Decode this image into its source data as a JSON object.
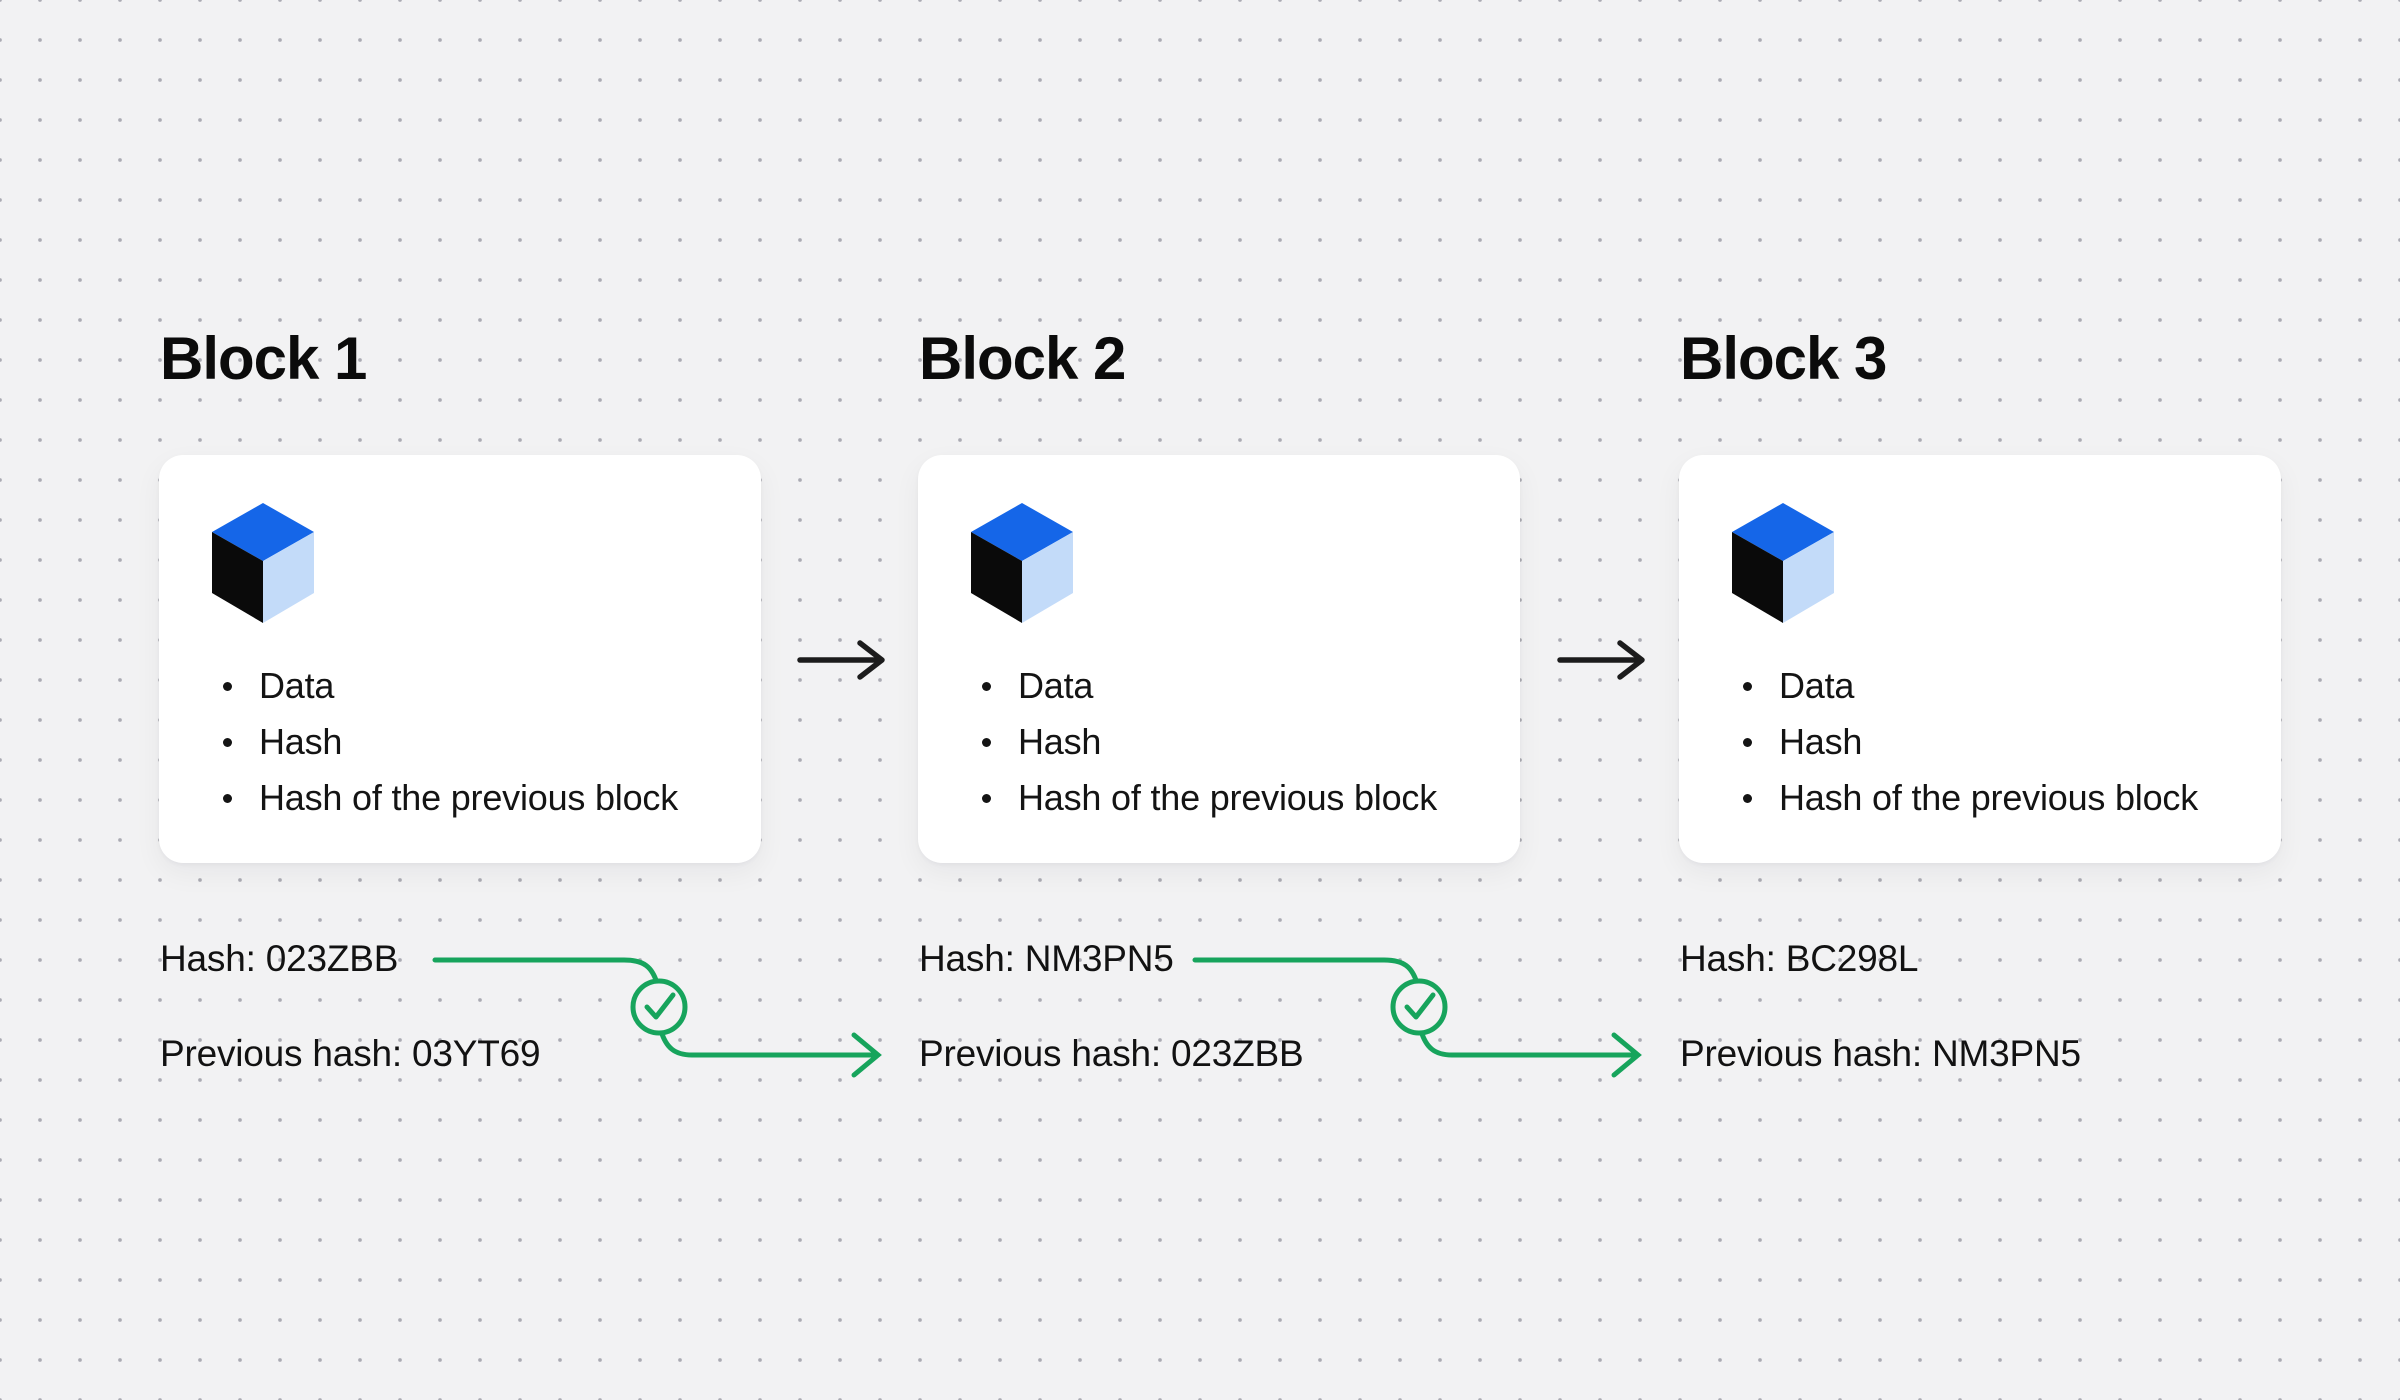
{
  "colors": {
    "bg": "#f2f2f3",
    "dot": "#ababb3",
    "blue": "#1566e8",
    "cubelight": "#c3dbf9",
    "cubedark": "#0a0a0a",
    "green": "#17a45c",
    "arrow": "#1c1c1c",
    "text": "#141414"
  },
  "blocks": [
    {
      "title": "Block 1",
      "items": [
        "Data",
        "Hash",
        "Hash of the previous block"
      ],
      "hash_text": "Hash: 023ZBB",
      "previous_hash_text": "Previous hash: 03YT69"
    },
    {
      "title": "Block 2",
      "items": [
        "Data",
        "Hash",
        "Hash of the previous block"
      ],
      "hash_text": "Hash: NM3PN5",
      "previous_hash_text": "Previous hash: 023ZBB"
    },
    {
      "title": "Block 3",
      "items": [
        "Data",
        "Hash",
        "Hash of the previous block"
      ],
      "hash_text": "Hash: BC298L",
      "previous_hash_text": "Previous hash: NM3PN5"
    }
  ]
}
